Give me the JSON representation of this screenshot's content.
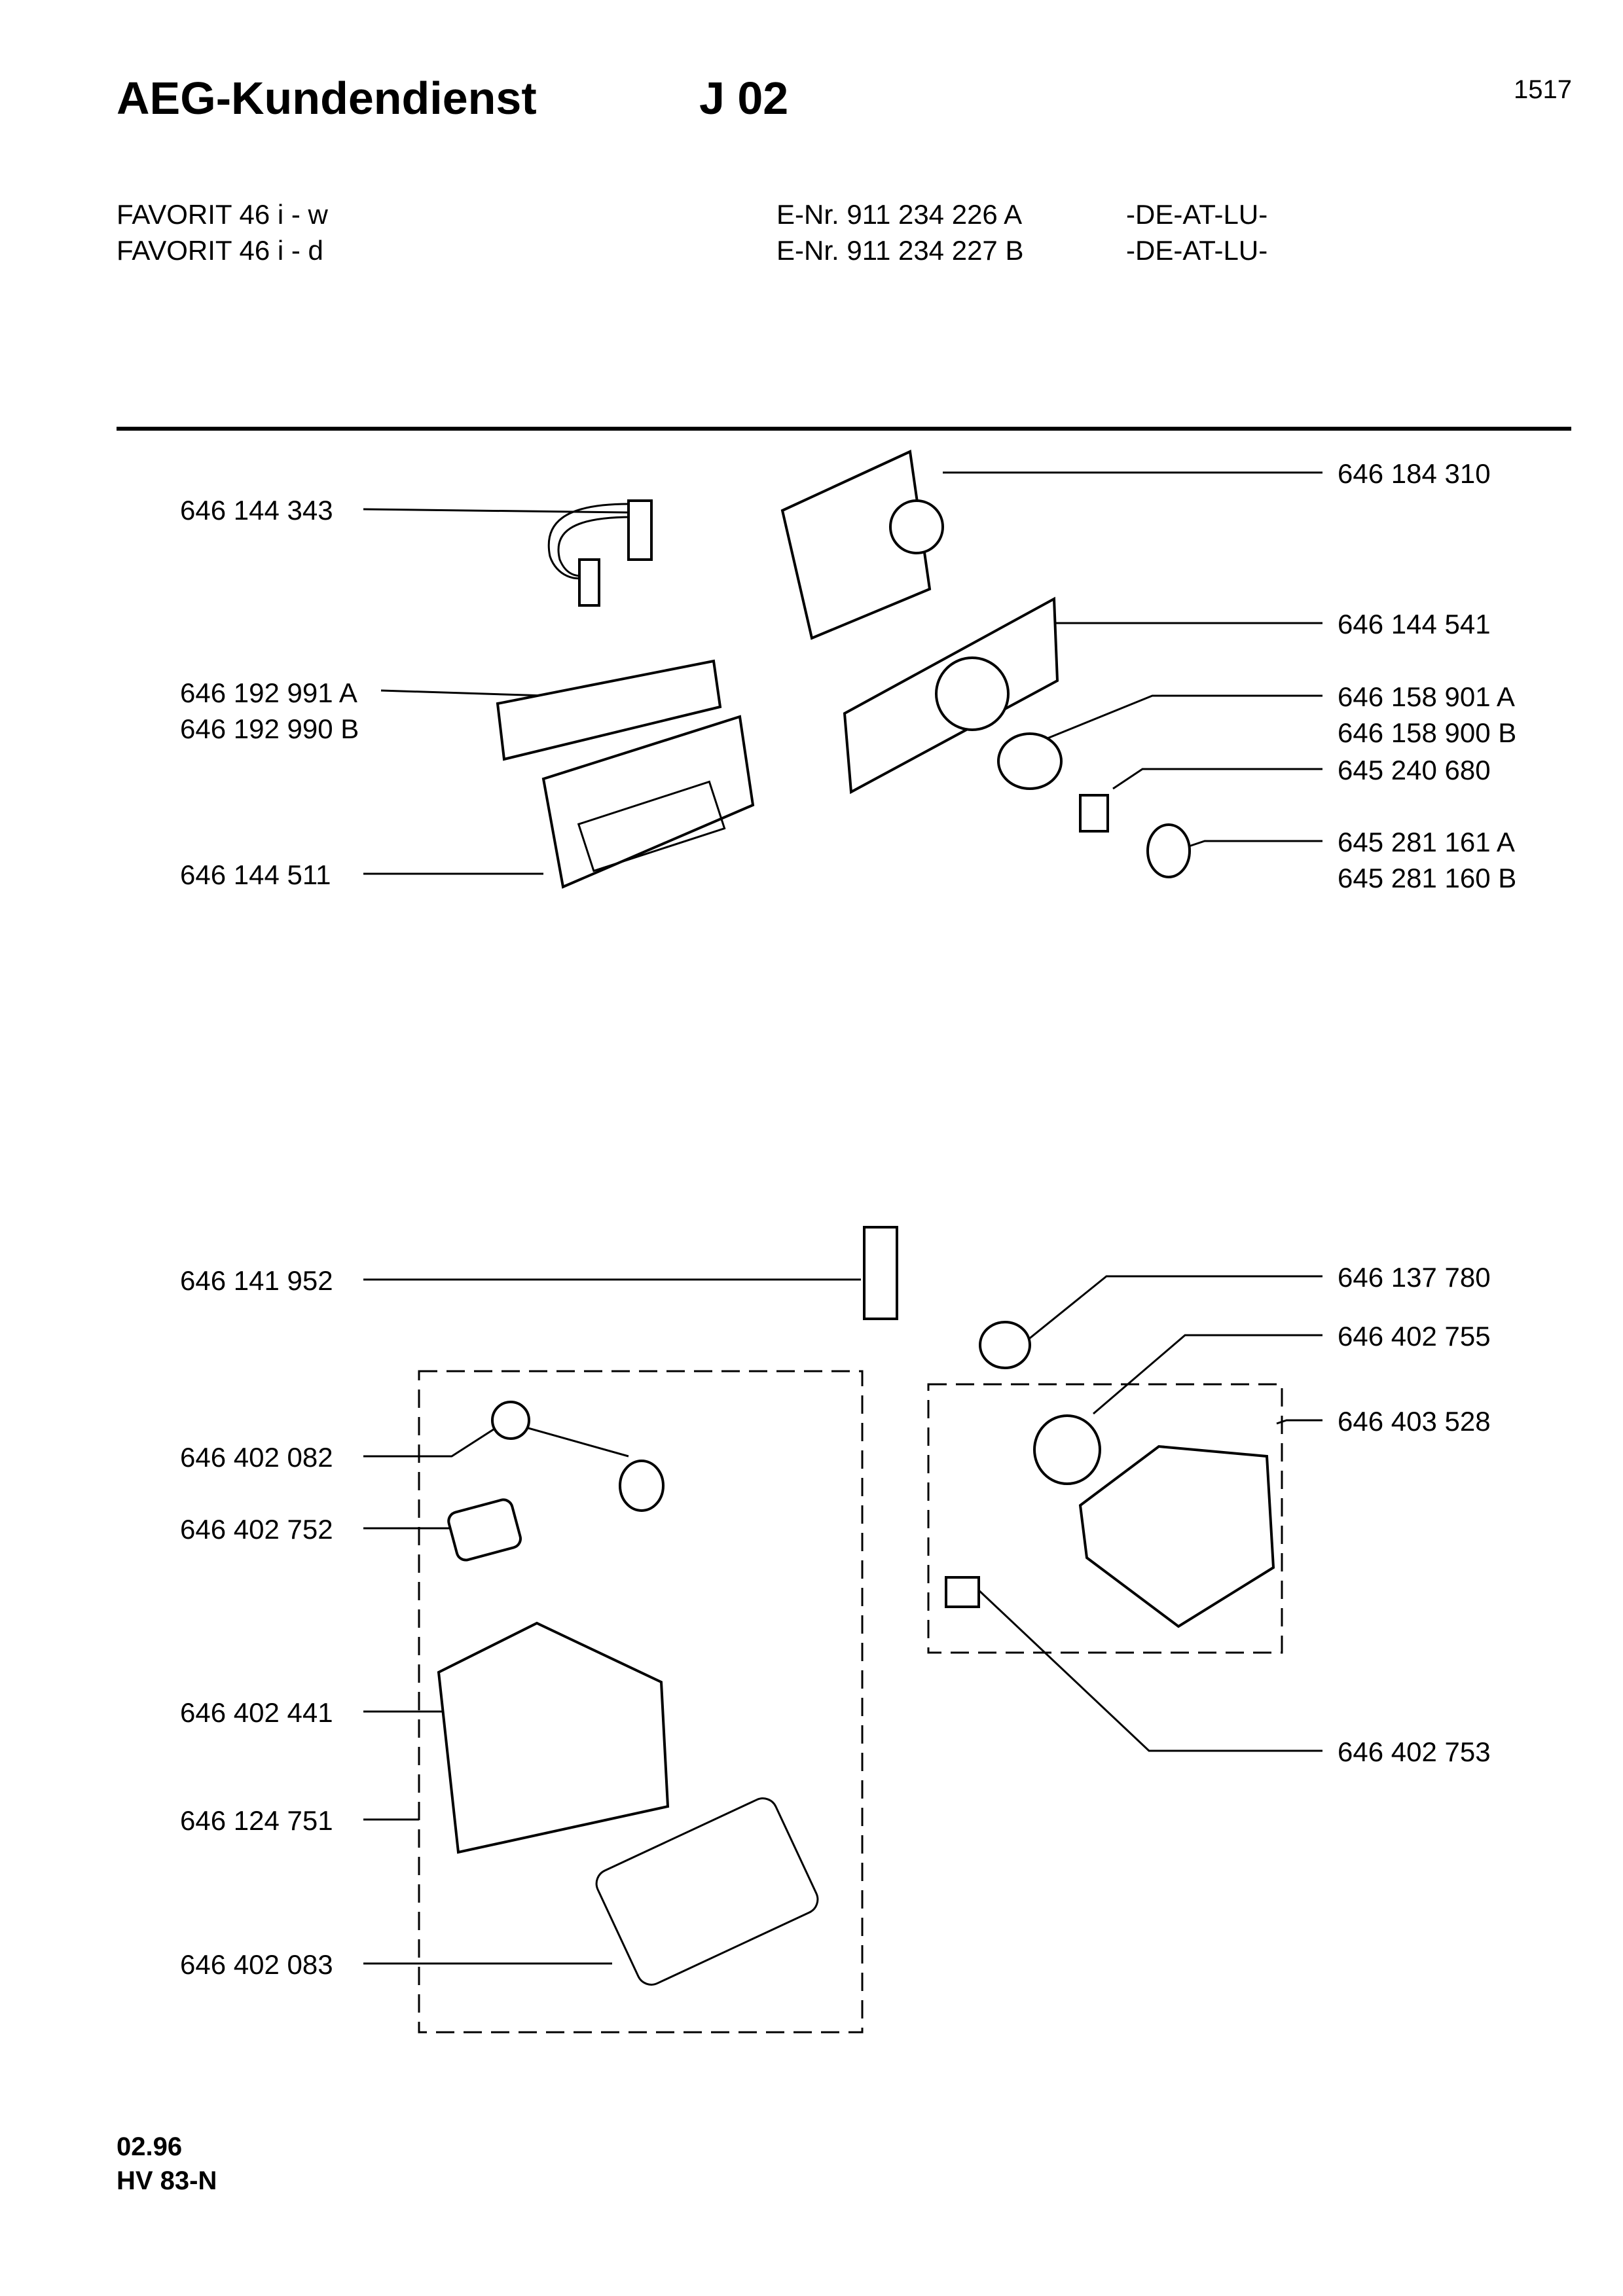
{
  "header": {
    "brand": "AEG-Kundendienst",
    "section": "J 02",
    "page_number": "1517"
  },
  "models": [
    {
      "name": "FAVORIT 46 i - w",
      "enr": "E-Nr. 911 234 226 A",
      "countries": "-DE-AT-LU-"
    },
    {
      "name": "FAVORIT 46 i - d",
      "enr": "E-Nr. 911 234 227 B",
      "countries": "-DE-AT-LU-"
    }
  ],
  "parts_left_top": [
    "646 144 343",
    "646 192 991 A",
    "646 192 990 B",
    "646 144 511"
  ],
  "parts_right_top": [
    "646 184 310",
    "646 144 541",
    "646 158 901 A",
    "646 158 900 B",
    "645 240 680",
    "645 281 161 A",
    "645 281 160 B"
  ],
  "parts_left_bottom": [
    "646 141 952",
    "646 402 082",
    "646 402 752",
    "646 402 441",
    "646 124 751",
    "646 402 083"
  ],
  "parts_right_bottom": [
    "646 137 780",
    "646 402 755",
    "646 403 528",
    "646 402 753"
  ],
  "footer": {
    "date": "02.96",
    "code": "HV 83-N"
  }
}
